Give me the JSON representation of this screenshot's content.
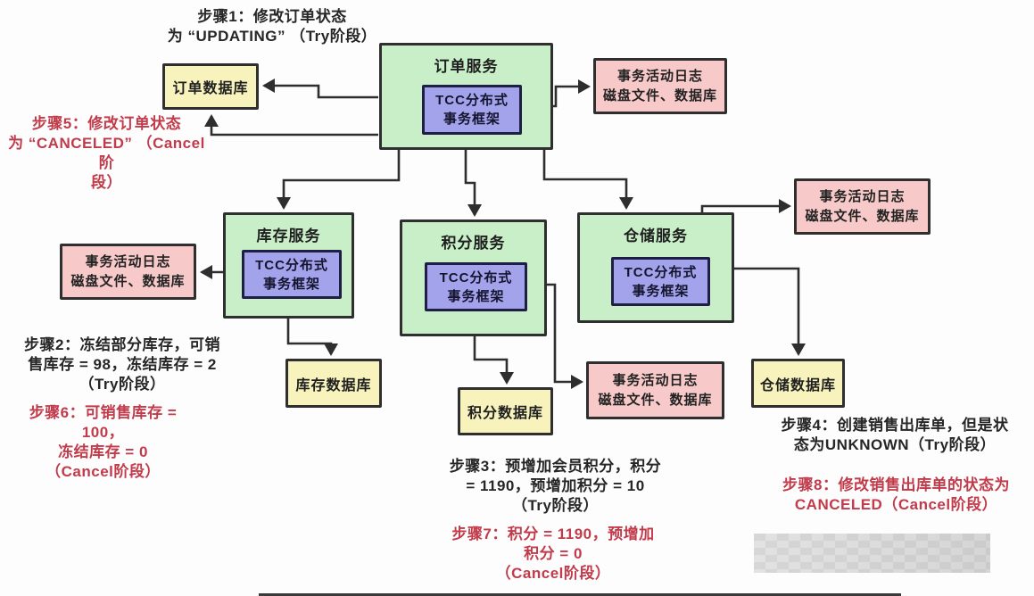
{
  "palette": {
    "service_fill": "#c8efc8",
    "framework_fill": "#a3a3ec",
    "database_fill": "#f8f3bd",
    "log_fill": "#f7c9c9",
    "connector_color": "#2e2e2e",
    "step_text_black": "#262626",
    "step_text_red": "#c13b4a"
  },
  "services": [
    {
      "label": "订单服务",
      "framework": [
        "TCC分布式",
        "事务框架"
      ]
    },
    {
      "label": "库存服务",
      "framework": [
        "TCC分布式",
        "事务框架"
      ]
    },
    {
      "label": "积分服务",
      "framework": [
        "TCC分布式",
        "事务框架"
      ]
    },
    {
      "label": "仓储服务",
      "framework": [
        "TCC分布式",
        "事务框架"
      ]
    }
  ],
  "databases": [
    {
      "label": "订单数据库"
    },
    {
      "label": "库存数据库"
    },
    {
      "label": "积分数据库"
    },
    {
      "label": "仓储数据库"
    }
  ],
  "logs": [
    {
      "lines": [
        "事务活动日志",
        "磁盘文件、数据库"
      ]
    },
    {
      "lines": [
        "事务活动日志",
        "磁盘文件、数据库"
      ]
    },
    {
      "lines": [
        "事务活动日志",
        "磁盘文件、数据库"
      ]
    },
    {
      "lines": [
        "事务活动日志",
        "磁盘文件、数据库"
      ]
    }
  ],
  "steps": [
    {
      "id": "step1",
      "color": "black",
      "lines": [
        "步骤1：修改订单状态",
        "为 “UPDATING” （Try阶段）"
      ]
    },
    {
      "id": "step2",
      "color": "black",
      "lines": [
        "步骤2：冻结部分库存，可销",
        "售库存 = 98，冻结库存 = 2",
        "（Try阶段）"
      ]
    },
    {
      "id": "step3",
      "color": "black",
      "lines": [
        "步骤3：预增加会员积分，积分",
        "= 1190，预增加积分 = 10",
        "（Try阶段）"
      ]
    },
    {
      "id": "step4",
      "color": "black",
      "lines": [
        "步骤4：创建销售出库单，但是状",
        "态为UNKNOWN（Try阶段）"
      ]
    },
    {
      "id": "step5",
      "color": "red",
      "lines": [
        "步骤5：修改订单状态",
        "为 “CANCELED” （Cancel阶",
        "段）"
      ]
    },
    {
      "id": "step6",
      "color": "red",
      "lines": [
        "步骤6：可销售库存 = 100，",
        "冻结库存 = 0",
        "（Cancel阶段）"
      ]
    },
    {
      "id": "step7",
      "color": "red",
      "lines": [
        "步骤7：积分 = 1190，预增加",
        "积分 = 0",
        "（Cancel阶段）"
      ]
    },
    {
      "id": "step8",
      "color": "red",
      "lines": [
        "步骤8：修改销售出库单的状态为",
        "CANCELED（Cancel阶段）"
      ]
    }
  ]
}
